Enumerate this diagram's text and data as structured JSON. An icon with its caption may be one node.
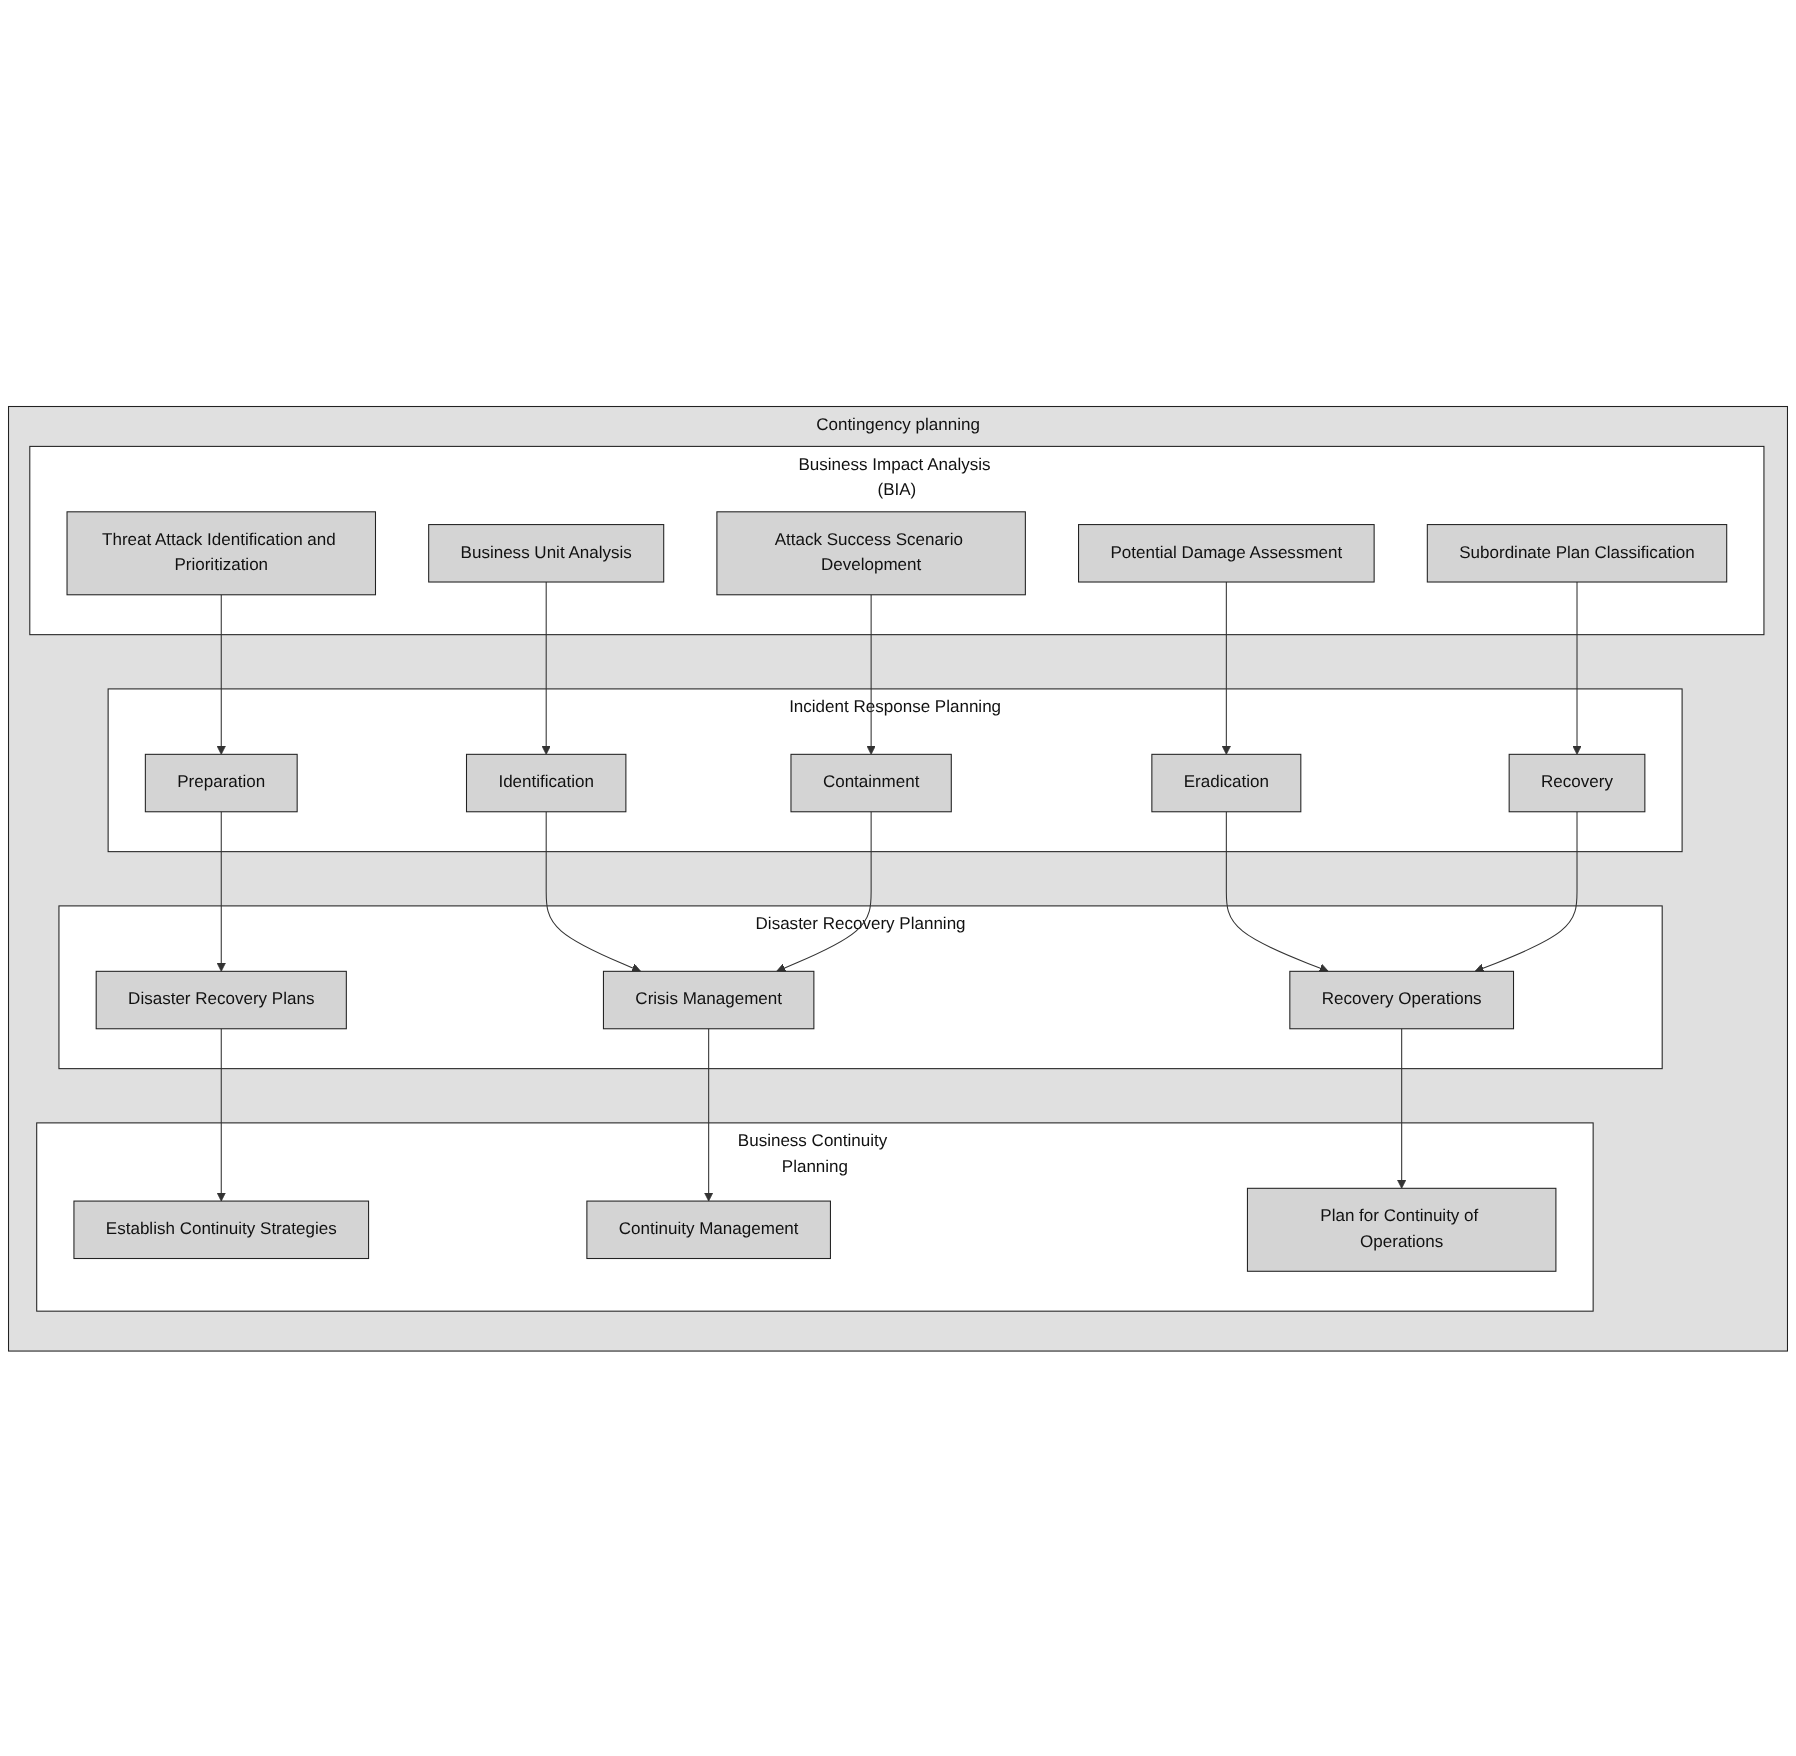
{
  "diagram": {
    "nodes": [
      {
        "text": [
          "Contingency planning"
        ]
      },
      {
        "text": [
          "Business Impact Analysis (BIA)"
        ],
        "in": 0
      },
      {
        "text": [
          "Incident Response Planning"
        ],
        "in": 0
      },
      {
        "text": [
          "Disaster Recovery Planning"
        ],
        "in": 0
      },
      {
        "text": [
          "Business Continuity Planning"
        ],
        "in": 0
      },
      {
        "text": [
          "Threat Attack Identification and Prioritization"
        ],
        "in": 1
      },
      {
        "text": [
          "Business Unit Analysis"
        ],
        "in": 1
      },
      {
        "text": [
          "Attack Success Scenario Development"
        ],
        "in": 1
      },
      {
        "text": [
          "Potential Damage Assessment"
        ],
        "in": 1
      },
      {
        "text": [
          "Subordinate Plan Classification"
        ],
        "in": 1
      },
      {
        "text": [
          "Preparation"
        ],
        "in": 2
      },
      {
        "text": [
          "Identification"
        ],
        "in": 2
      },
      {
        "text": [
          "Containment"
        ],
        "in": 2
      },
      {
        "text": [
          "Eradication"
        ],
        "in": 2
      },
      {
        "text": [
          "Recovery"
        ],
        "in": 2
      },
      {
        "text": [
          "Disaster Recovery Plans"
        ],
        "in": 3
      },
      {
        "text": [
          "Crisis Management"
        ],
        "in": 3
      },
      {
        "text": [
          "Recovery Operations"
        ],
        "in": 3
      },
      {
        "text": [
          "Establish Continuity Strategies"
        ],
        "in": 4
      },
      {
        "text": [
          "Continuity Management"
        ],
        "in": 4
      },
      {
        "text": [
          "Plan for Continuity of Operations"
        ],
        "in": 4
      }
    ],
    "edges": [
      {
        "from": 5,
        "to": 10,
        "arrow": "to"
      },
      {
        "from": 6,
        "to": 11,
        "arrow": "to"
      },
      {
        "from": 7,
        "to": 12,
        "arrow": "to"
      },
      {
        "from": 8,
        "to": 13,
        "arrow": "to"
      },
      {
        "from": 9,
        "to": 14,
        "arrow": "to"
      },
      {
        "from": 10,
        "to": 15,
        "arrow": "to"
      },
      {
        "from": 11,
        "to": 16,
        "arrow": "to"
      },
      {
        "from": 12,
        "to": 16,
        "arrow": "to"
      },
      {
        "from": 13,
        "to": 17,
        "arrow": "to"
      },
      {
        "from": 14,
        "to": 17,
        "arrow": "to"
      },
      {
        "from": 15,
        "to": 18,
        "arrow": "to"
      },
      {
        "from": 16,
        "to": 19,
        "arrow": "to"
      },
      {
        "from": 17,
        "to": 20,
        "arrow": "to"
      }
    ]
  }
}
